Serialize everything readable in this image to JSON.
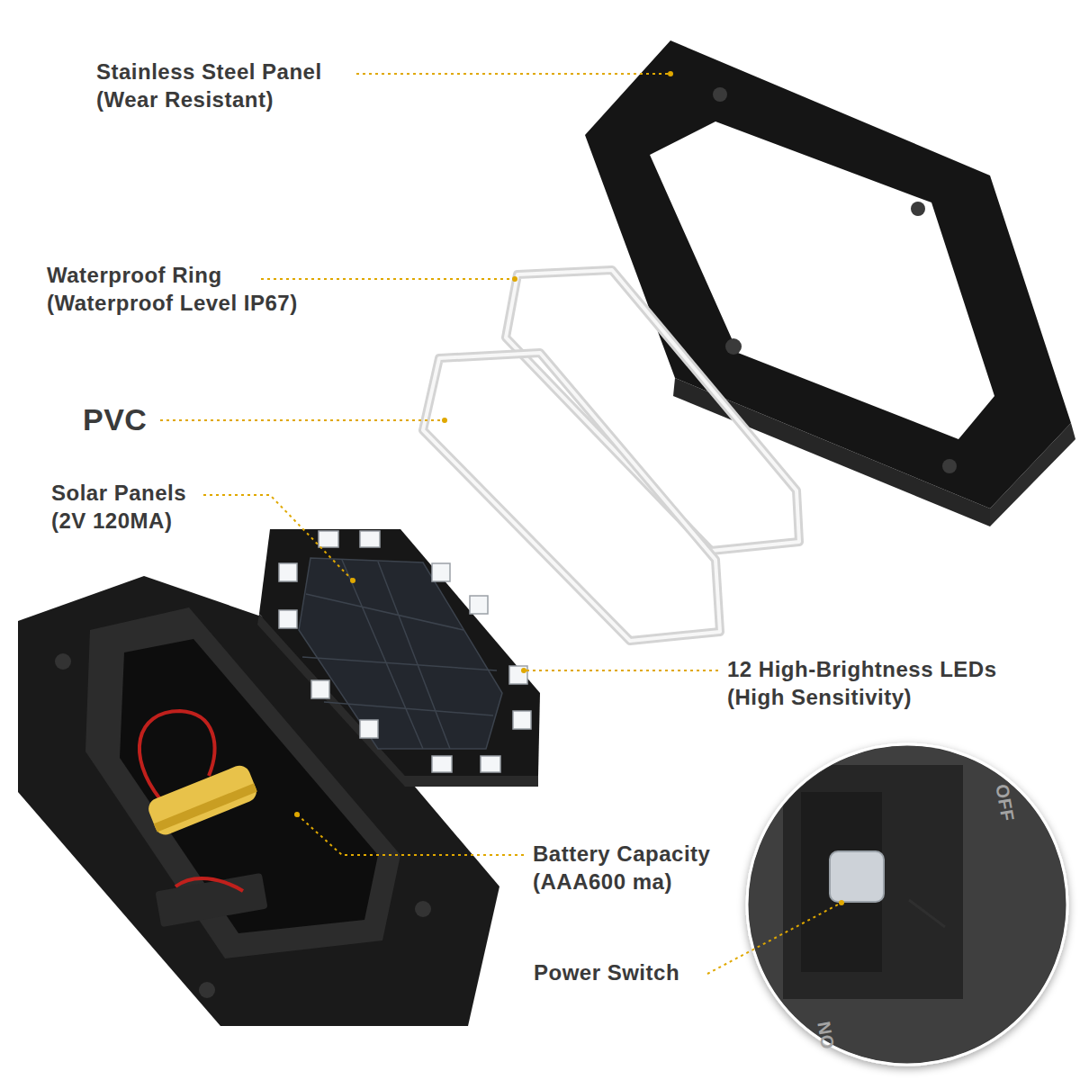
{
  "diagram": {
    "labels": [
      "Stainless Steel Panel",
      "(Wear Resistant)",
      "Waterproof Ring",
      "(Waterproof Level IP67)",
      "PVC",
      "Solar Panels",
      "(2V 120MA)",
      "12 High-Brightness LEDs",
      "(High Sensitivity)",
      "Battery Capacity",
      "(AAA600 ma)",
      "Power Switch",
      "ON",
      "OFF"
    ]
  }
}
